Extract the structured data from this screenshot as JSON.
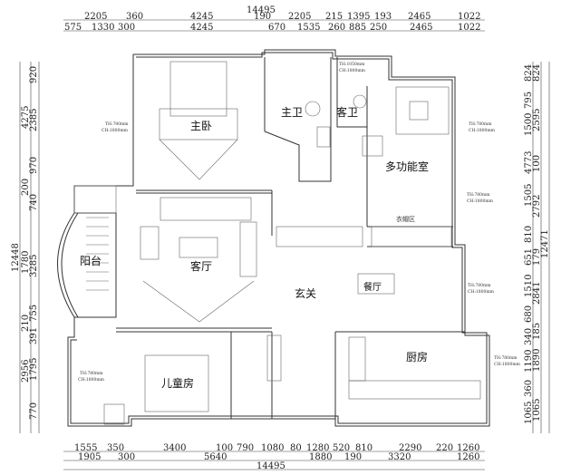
{
  "rooms": {
    "master_bedroom": "主卧",
    "master_bath": "主卫",
    "guest_bath": "客卫",
    "multi_room": "多功能室",
    "cloakroom": "衣帽区",
    "living_room": "客厅",
    "balcony": "阳台",
    "foyer": "玄关",
    "dining": "餐厅",
    "kids_room": "儿童房",
    "kitchen": "厨房"
  },
  "notes": {
    "window_780_th": "TH:780mm",
    "window_780_ch": "CH:1800mm",
    "window_1050_th": "TH:1050mm",
    "window_1050_ch": "CH:1800mm"
  },
  "dimensions": {
    "top_total": "14495",
    "top_row1": [
      "2205",
      "360",
      "4245",
      "190",
      "2205",
      "215",
      "1395",
      "193",
      "2465",
      "1022"
    ],
    "top_row2": [
      "575",
      "1330",
      "300",
      "4245",
      "670",
      "1535",
      "260",
      "885",
      "250",
      "2465",
      "1022"
    ],
    "bottom_row1": [
      "1555",
      "350",
      "3400",
      "100",
      "790",
      "1080",
      "80",
      "1280",
      "520",
      "810",
      "2290",
      "220",
      "1260"
    ],
    "bottom_row2": [
      "1905",
      "300",
      "5640",
      "1880",
      "190",
      "3320",
      "1260"
    ],
    "bottom_total": "14495",
    "left_total": "12448",
    "left_row1": [
      "4275",
      "200",
      "1780",
      "210",
      "2956"
    ],
    "left_row2": [
      "920",
      "2385",
      "970",
      "740",
      "3285",
      "755",
      "391",
      "1795",
      "770"
    ],
    "right_row1": [
      "824",
      "795",
      "1500",
      "4773",
      "1505",
      "810",
      "651",
      "1510",
      "680",
      "340",
      "1190",
      "360",
      "1065"
    ],
    "right_row2": [
      "824",
      "2595",
      "100",
      "2792",
      "179",
      "2841",
      "185",
      "1890",
      "1065"
    ],
    "right_total": "12471"
  }
}
